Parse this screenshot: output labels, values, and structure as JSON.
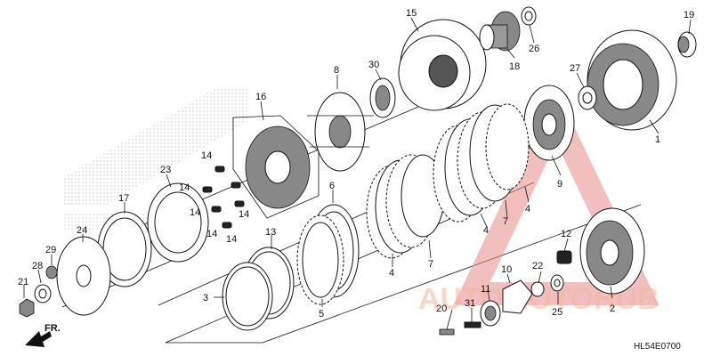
{
  "diagram_code": "HL54E0700",
  "front_arrow": "FR.",
  "watermark": "AUTOMOTOHUB",
  "callouts": [
    {
      "id": "c1",
      "text": "1"
    },
    {
      "id": "c2",
      "text": "2"
    },
    {
      "id": "c3",
      "text": "3"
    },
    {
      "id": "c4a",
      "text": "4"
    },
    {
      "id": "c4b",
      "text": "4"
    },
    {
      "id": "c4c",
      "text": "4"
    },
    {
      "id": "c5",
      "text": "5"
    },
    {
      "id": "c6",
      "text": "6"
    },
    {
      "id": "c7a",
      "text": "7"
    },
    {
      "id": "c7b",
      "text": "7"
    },
    {
      "id": "c8",
      "text": "8"
    },
    {
      "id": "c9",
      "text": "9"
    },
    {
      "id": "c10",
      "text": "10"
    },
    {
      "id": "c11",
      "text": "11"
    },
    {
      "id": "c12",
      "text": "12"
    },
    {
      "id": "c13",
      "text": "13"
    },
    {
      "id": "c14a",
      "text": "14"
    },
    {
      "id": "c14b",
      "text": "14"
    },
    {
      "id": "c14c",
      "text": "14"
    },
    {
      "id": "c14d",
      "text": "14"
    },
    {
      "id": "c14e",
      "text": "14"
    },
    {
      "id": "c14f",
      "text": "14"
    },
    {
      "id": "c15",
      "text": "15"
    },
    {
      "id": "c16",
      "text": "16"
    },
    {
      "id": "c17",
      "text": "17"
    },
    {
      "id": "c18",
      "text": "18"
    },
    {
      "id": "c19",
      "text": "19"
    },
    {
      "id": "c20",
      "text": "20"
    },
    {
      "id": "c21",
      "text": "21"
    },
    {
      "id": "c22",
      "text": "22"
    },
    {
      "id": "c23",
      "text": "23"
    },
    {
      "id": "c24",
      "text": "24"
    },
    {
      "id": "c25",
      "text": "25"
    },
    {
      "id": "c26",
      "text": "26"
    },
    {
      "id": "c27",
      "text": "27"
    },
    {
      "id": "c28",
      "text": "28"
    },
    {
      "id": "c29",
      "text": "29"
    },
    {
      "id": "c30",
      "text": "30"
    },
    {
      "id": "c31",
      "text": "31"
    }
  ]
}
